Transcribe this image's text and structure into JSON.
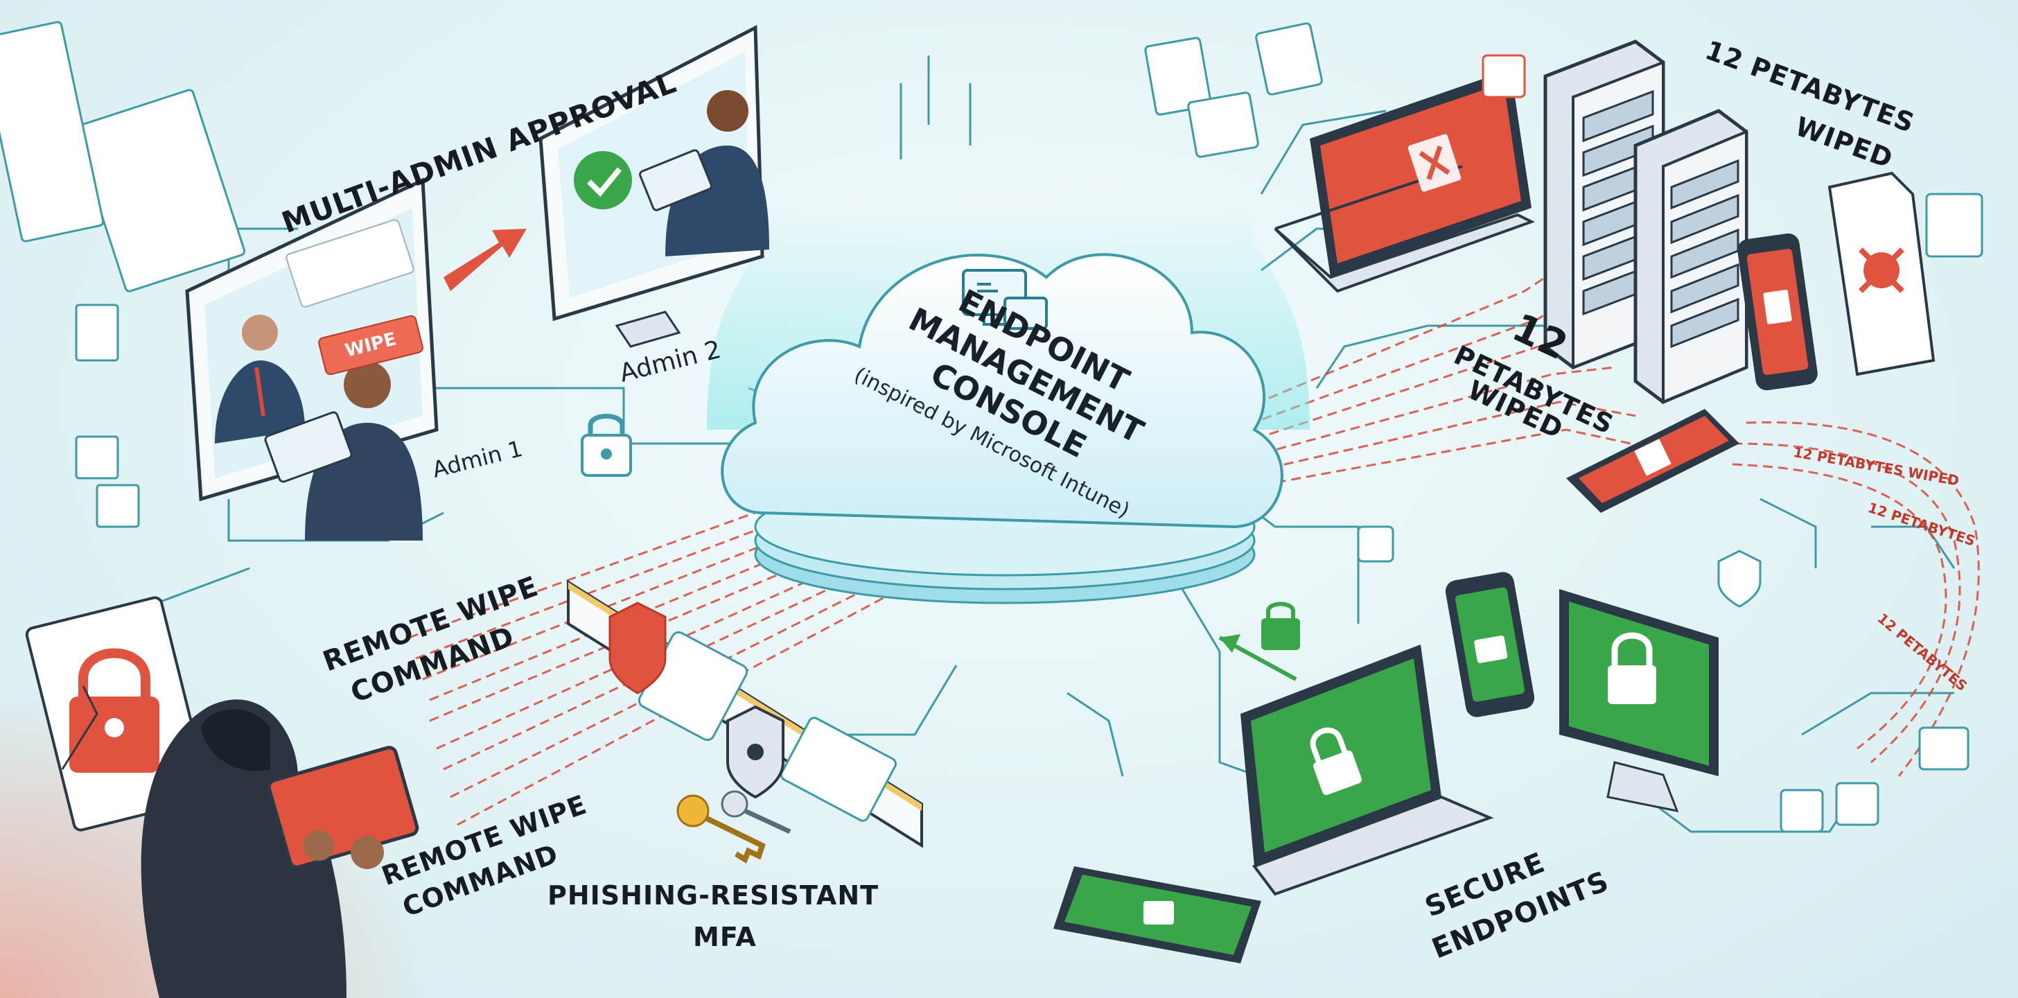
{
  "labels": {
    "multi_admin_approval": "MULTI-ADMIN APPROVAL",
    "admin_2": "Admin 2",
    "admin_1": "Admin 1",
    "wipe": "WIPE",
    "cloud_line1": "ENDPOINT",
    "cloud_line2": "MANAGEMENT",
    "cloud_line3": "CONSOLE",
    "cloud_sub": "(inspired by Microsoft Intune)",
    "petabytes_top_1": "12 PETABYTES",
    "petabytes_top_2": "WIPED",
    "petabytes_mid_1": "12",
    "petabytes_mid_2": "PETABYTES",
    "petabytes_mid_3": "WIPED",
    "petabytes_stream_1": "12 PETABYTES WIPED",
    "petabytes_stream_2": "12 PETABYTES",
    "petabytes_stream_3": "12 PETABYTES",
    "remote_wipe_1a": "REMOTE WIPE",
    "remote_wipe_1b": "COMMAND",
    "remote_wipe_2a": "REMOTE WIPE",
    "remote_wipe_2b": "COMMAND",
    "phishing_1": "PHISHING-RESISTANT",
    "phishing_2": "MFA",
    "secure_1": "SECURE",
    "secure_2": "ENDPOINTS"
  },
  "colors": {
    "line": "#3d9aa6",
    "red": "#e0533f",
    "green": "#3aa64a",
    "cloud": "#e8f7fb",
    "dark": "#2b3846",
    "server": "#dfe6ee"
  }
}
